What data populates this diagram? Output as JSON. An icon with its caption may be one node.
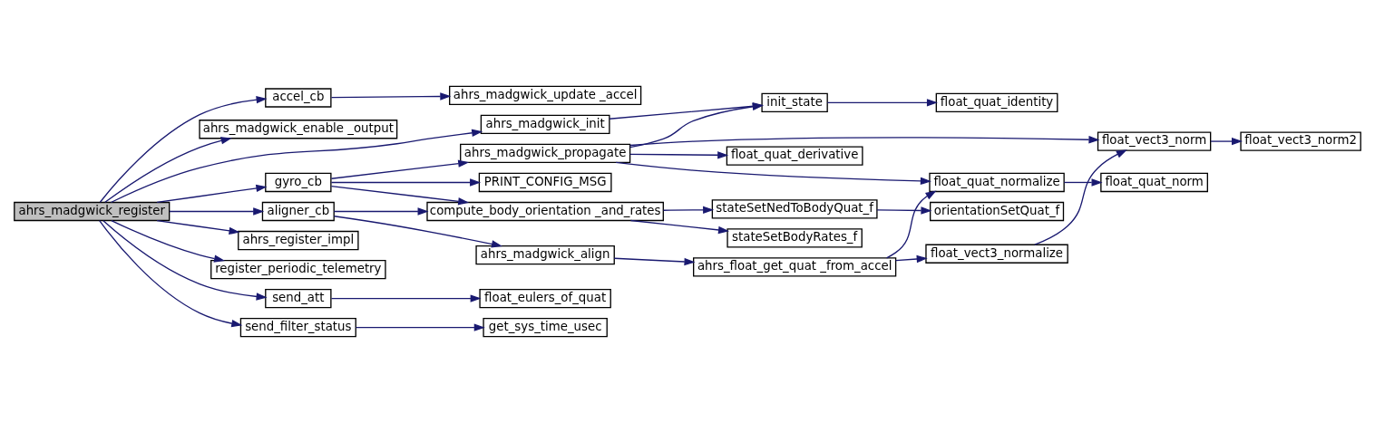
{
  "diagram": {
    "nodes": [
      {
        "text": [
          "ahrs_madgwick_register"
        ]
      },
      {
        "text": [
          "accel_cb"
        ]
      },
      {
        "text": [
          "ahrs_madgwick_update _accel"
        ]
      },
      {
        "text": [
          "ahrs_madgwick_enable _output"
        ]
      },
      {
        "text": [
          "ahrs_madgwick_init"
        ]
      },
      {
        "text": [
          "init_state"
        ]
      },
      {
        "text": [
          "float_quat_identity"
        ]
      },
      {
        "text": [
          "ahrs_madgwick_propagate"
        ]
      },
      {
        "text": [
          "float_vect3_norm"
        ]
      },
      {
        "text": [
          "float_vect3_norm2"
        ]
      },
      {
        "text": [
          "float_quat_derivative"
        ]
      },
      {
        "text": [
          "gyro_cb"
        ]
      },
      {
        "text": [
          "PRINT_CONFIG_MSG"
        ]
      },
      {
        "text": [
          "float_quat_normalize"
        ]
      },
      {
        "text": [
          "float_quat_norm"
        ]
      },
      {
        "text": [
          "aligner_cb"
        ]
      },
      {
        "text": [
          "compute_body_orientation _and_rates"
        ]
      },
      {
        "text": [
          "stateSetNedToBodyQuat_f"
        ]
      },
      {
        "text": [
          "orientationSetQuat_f"
        ]
      },
      {
        "text": [
          "stateSetBodyRates_f"
        ]
      },
      {
        "text": [
          "ahrs_register_impl"
        ]
      },
      {
        "text": [
          "ahrs_madgwick_align"
        ]
      },
      {
        "text": [
          "ahrs_float_get_quat _from_accel"
        ]
      },
      {
        "text": [
          "float_vect3_normalize"
        ]
      },
      {
        "text": [
          "register_periodic_telemetry"
        ]
      },
      {
        "text": [
          "send_att"
        ]
      },
      {
        "text": [
          "float_eulers_of_quat"
        ]
      },
      {
        "text": [
          "send_filter_status"
        ]
      },
      {
        "text": [
          "get_sys_time_usec"
        ]
      }
    ],
    "edges": [
      {
        "from": 0,
        "to": 1,
        "arrow": "to"
      },
      {
        "from": 0,
        "to": 3,
        "arrow": "to"
      },
      {
        "from": 0,
        "to": 4,
        "arrow": "to"
      },
      {
        "from": 0,
        "to": 11,
        "arrow": "to"
      },
      {
        "from": 0,
        "to": 15,
        "arrow": "to"
      },
      {
        "from": 0,
        "to": 20,
        "arrow": "to"
      },
      {
        "from": 0,
        "to": 24,
        "arrow": "to"
      },
      {
        "from": 0,
        "to": 25,
        "arrow": "to"
      },
      {
        "from": 0,
        "to": 27,
        "arrow": "to"
      },
      {
        "from": 1,
        "to": 2,
        "arrow": "to"
      },
      {
        "from": 4,
        "to": 5,
        "arrow": "to"
      },
      {
        "from": 5,
        "to": 6,
        "arrow": "to"
      },
      {
        "from": 7,
        "to": 5,
        "arrow": "to"
      },
      {
        "from": 7,
        "to": 8,
        "arrow": "to"
      },
      {
        "from": 7,
        "to": 10,
        "arrow": "to"
      },
      {
        "from": 7,
        "to": 13,
        "arrow": "to"
      },
      {
        "from": 8,
        "to": 9,
        "arrow": "to"
      },
      {
        "from": 11,
        "to": 7,
        "arrow": "to"
      },
      {
        "from": 11,
        "to": 12,
        "arrow": "to"
      },
      {
        "from": 11,
        "to": 16,
        "arrow": "to"
      },
      {
        "from": 13,
        "to": 14,
        "arrow": "to"
      },
      {
        "from": 15,
        "to": 16,
        "arrow": "to"
      },
      {
        "from": 15,
        "to": 21,
        "arrow": "to"
      },
      {
        "from": 16,
        "to": 17,
        "arrow": "to"
      },
      {
        "from": 16,
        "to": 19,
        "arrow": "to"
      },
      {
        "from": 17,
        "to": 18,
        "arrow": "to"
      },
      {
        "from": 21,
        "to": 22,
        "arrow": "to"
      },
      {
        "from": 22,
        "to": 13,
        "arrow": "to"
      },
      {
        "from": 22,
        "to": 23,
        "arrow": "to"
      },
      {
        "from": 23,
        "to": 8,
        "arrow": "to"
      },
      {
        "from": 25,
        "to": 26,
        "arrow": "to"
      },
      {
        "from": 27,
        "to": 28,
        "arrow": "to"
      }
    ]
  }
}
